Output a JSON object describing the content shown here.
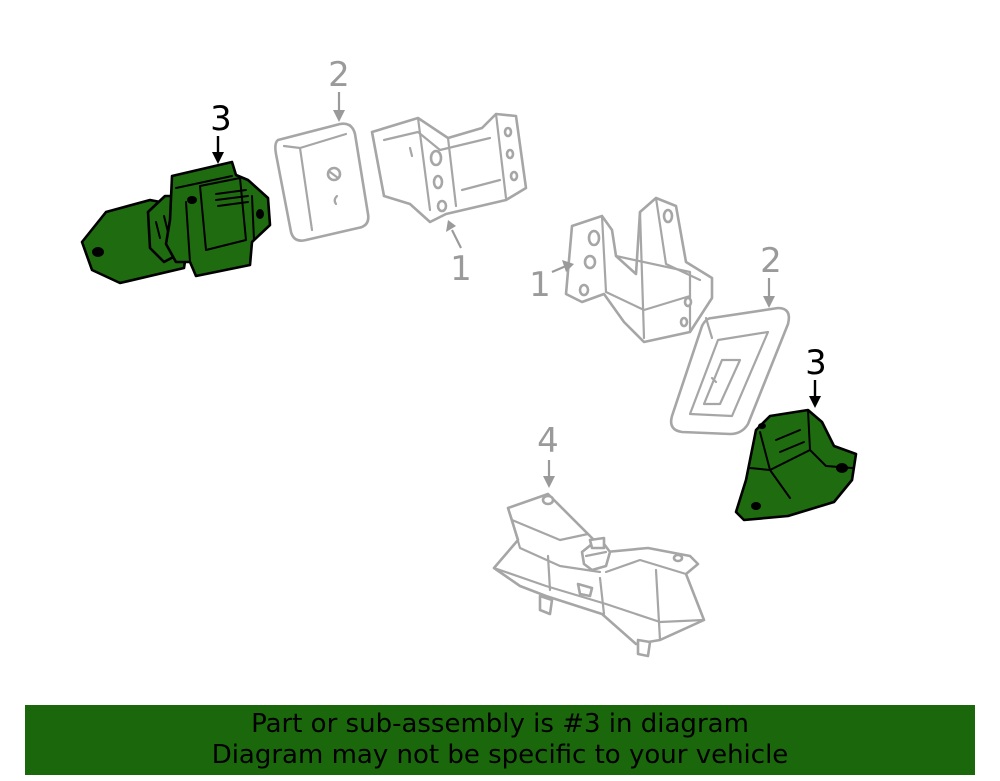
{
  "callouts": {
    "part1_upper": "1",
    "part1_lower": "1",
    "part2_upper": "2",
    "part2_lower": "2",
    "part3_left": "3",
    "part3_right": "3",
    "part4": "4"
  },
  "colors": {
    "highlight": "#1f6b0f",
    "banner": "#1a680b",
    "outline_gray": "#a6a6a6"
  },
  "banner": {
    "line1": "Part or sub-assembly is #3 in diagram",
    "line2": "Diagram may not be specific to your vehicle"
  }
}
